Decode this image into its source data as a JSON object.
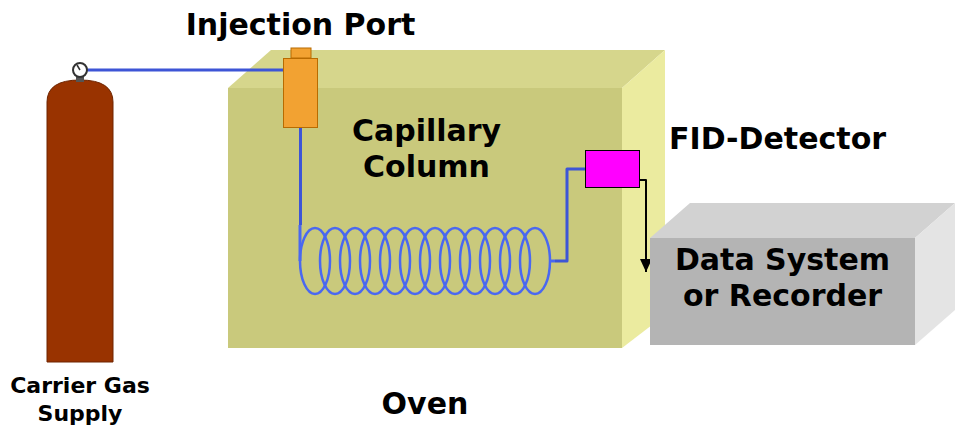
{
  "diagram": {
    "nodes": [
      {
        "text": [
          "Carrier Gas Supply"
        ]
      },
      {
        "text": [
          "Oven"
        ]
      },
      {
        "text": [
          "Injection Port"
        ],
        "in": 1
      },
      {
        "text": [
          "Capillary Column"
        ],
        "in": 1
      },
      {
        "text": [
          "FID-Detector"
        ],
        "in": 1
      },
      {
        "text": [
          "Data System or Recorder"
        ]
      }
    ],
    "edges": [
      {
        "from": 0,
        "to": 2,
        "arrow": "none"
      },
      {
        "from": 2,
        "to": 3,
        "arrow": "none"
      },
      {
        "from": 3,
        "to": 4,
        "arrow": "none"
      },
      {
        "from": 4,
        "to": 5,
        "arrow": "to"
      }
    ]
  }
}
